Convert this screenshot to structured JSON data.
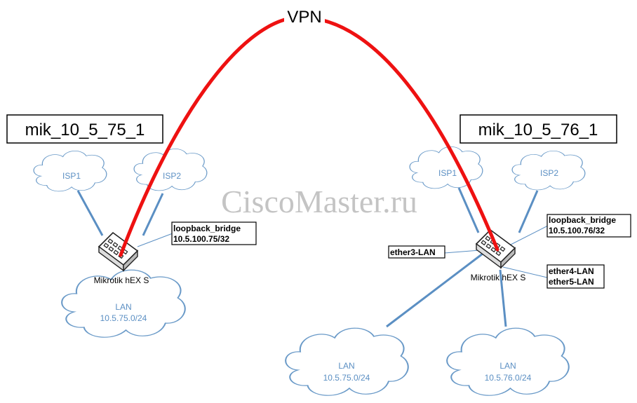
{
  "vpn_label": "VPN",
  "watermark": "CiscoMaster.ru",
  "colors": {
    "vpn": "#ee1111",
    "link": "#5b8fc3",
    "cloud_stroke": "#6a9ac8",
    "cloud_text": "#5b8fc3",
    "router_fill": "#222222"
  },
  "left": {
    "title": "mik_10_5_75_1",
    "isp1": "ISP1",
    "isp2": "ISP2",
    "router_label": "Mikrotik hEX S",
    "loopback_name": "loopback_bridge",
    "loopback_ip": "10.5.100.75/32",
    "lan_name": "LAN",
    "lan_net": "10.5.75.0/24"
  },
  "right": {
    "title": "mik_10_5_76_1",
    "isp1": "ISP1",
    "isp2": "ISP2",
    "router_label": "Mikrotik hEX S",
    "loopback_name": "loopback_bridge",
    "loopback_ip": "10.5.100.76/32",
    "ether3": "ether3-LAN",
    "ether45_a": "ether4-LAN",
    "ether45_b": "ether5-LAN",
    "lan1_name": "LAN",
    "lan1_net": "10.5.75.0/24",
    "lan2_name": "LAN",
    "lan2_net": "10.5.76.0/24"
  }
}
